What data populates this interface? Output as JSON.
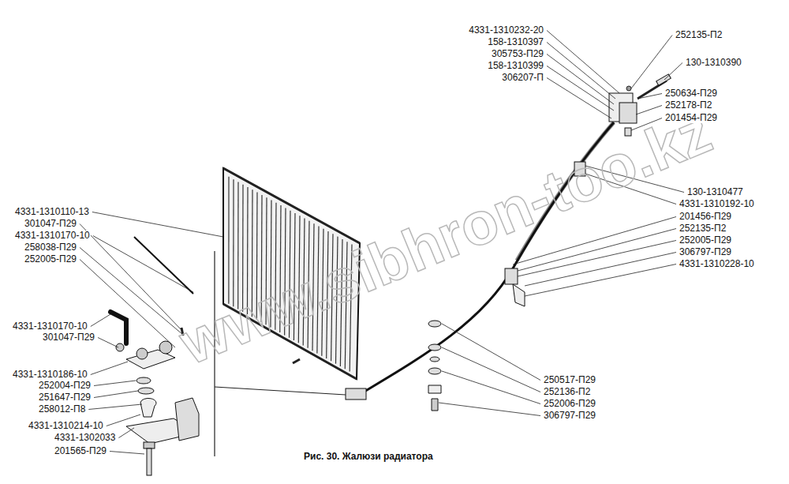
{
  "diagram": {
    "caption": "Рис. 30. Жалюзи радиатора",
    "labels": [
      "4331-1310232-20",
      "158-1310397",
      "305753-П29",
      "158-1310399",
      "306207-П",
      "252135-П2",
      "130-1310390",
      "250634-П29",
      "252178-П2",
      "201454-П29",
      "130-1310477",
      "4331-1310192-10",
      "201456-П29",
      "252135-П2",
      "252005-П29",
      "306797-П29",
      "4331-1310228-10",
      "250517-П29",
      "252136-П2",
      "252006-П29",
      "306797-П29",
      "4331-1310110-13",
      "301047-П29",
      "4331-1310170-10",
      "258038-П29",
      "252005-П29",
      "4331-1310170-10",
      "301047-П29",
      "4331-1310186-10",
      "252004-П29",
      "251647-П29",
      "258012-П8",
      "4331-1310214-10",
      "4331-1302033",
      "201565-П29",
      "www.sibhron-too.kz"
    ]
  }
}
